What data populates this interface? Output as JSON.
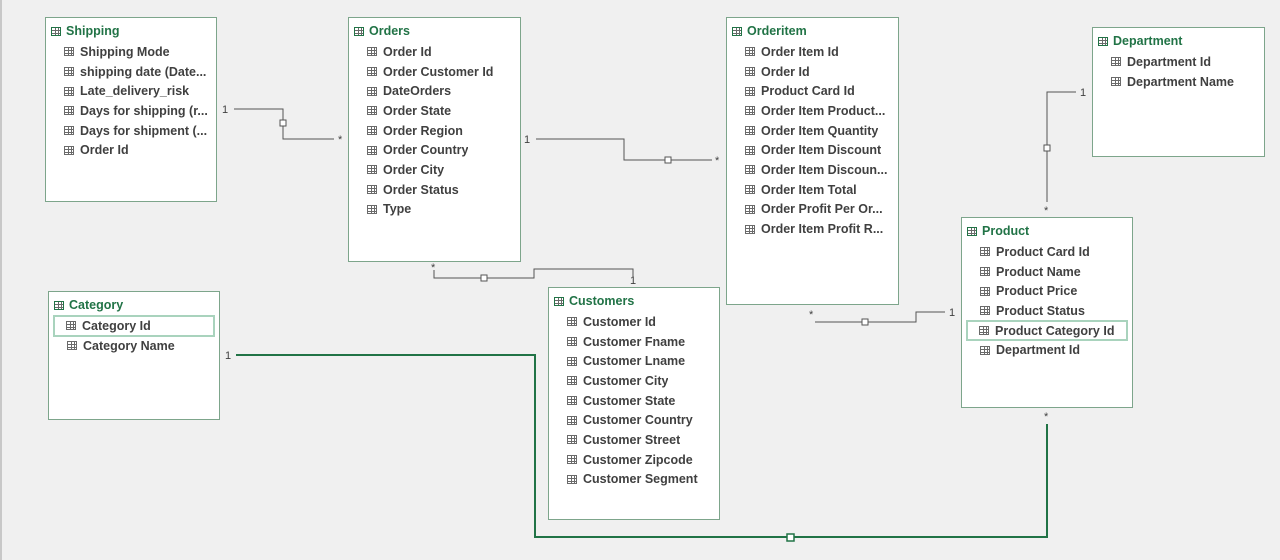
{
  "tables": [
    {
      "id": "shipping",
      "name": "Shipping",
      "fields": [
        {
          "label": "Shipping Mode"
        },
        {
          "label": "shipping date (Date..."
        },
        {
          "label": "Late_delivery_risk"
        },
        {
          "label": "Days for shipping (r..."
        },
        {
          "label": "Days for shipment (..."
        },
        {
          "label": "Order Id"
        }
      ]
    },
    {
      "id": "orders",
      "name": "Orders",
      "fields": [
        {
          "label": "Order Id"
        },
        {
          "label": "Order Customer Id"
        },
        {
          "label": "DateOrders"
        },
        {
          "label": "Order State"
        },
        {
          "label": "Order Region"
        },
        {
          "label": "Order Country"
        },
        {
          "label": "Order City"
        },
        {
          "label": "Order Status"
        },
        {
          "label": "Type"
        }
      ]
    },
    {
      "id": "orderitem",
      "name": "Orderitem",
      "fields": [
        {
          "label": "Order Item Id"
        },
        {
          "label": "Order Id"
        },
        {
          "label": "Product Card Id"
        },
        {
          "label": "Order Item Product..."
        },
        {
          "label": "Order Item Quantity"
        },
        {
          "label": "Order Item Discount"
        },
        {
          "label": "Order Item Discoun..."
        },
        {
          "label": "Order Item Total"
        },
        {
          "label": "Order Profit Per Or..."
        },
        {
          "label": "Order Item Profit R..."
        }
      ]
    },
    {
      "id": "department",
      "name": "Department",
      "fields": [
        {
          "label": "Department Id"
        },
        {
          "label": "Department Name"
        }
      ]
    },
    {
      "id": "category",
      "name": "Category",
      "fields": [
        {
          "label": "Category Id",
          "selected": true
        },
        {
          "label": "Category Name"
        }
      ]
    },
    {
      "id": "customers",
      "name": "Customers",
      "fields": [
        {
          "label": "Customer Id"
        },
        {
          "label": "Customer Fname"
        },
        {
          "label": "Customer Lname"
        },
        {
          "label": "Customer City"
        },
        {
          "label": "Customer State"
        },
        {
          "label": "Customer Country"
        },
        {
          "label": "Customer Street"
        },
        {
          "label": "Customer Zipcode"
        },
        {
          "label": "Customer Segment"
        }
      ]
    },
    {
      "id": "product",
      "name": "Product",
      "fields": [
        {
          "label": "Product Card Id"
        },
        {
          "label": "Product Name"
        },
        {
          "label": "Product Price"
        },
        {
          "label": "Product Status"
        },
        {
          "label": "Product Category Id",
          "selected": true
        },
        {
          "label": "Department Id"
        }
      ]
    }
  ],
  "relationships": [
    {
      "id": "shipping-orders",
      "one": "1",
      "many": "*",
      "highlighted": false
    },
    {
      "id": "orders-orderitem",
      "one": "1",
      "many": "*",
      "highlighted": false
    },
    {
      "id": "department-product",
      "one": "1",
      "many": "*",
      "highlighted": false
    },
    {
      "id": "customers-orders",
      "one": "1",
      "many": "*",
      "highlighted": false
    },
    {
      "id": "product-orderitem",
      "one": "1",
      "many": "*",
      "highlighted": false
    },
    {
      "id": "category-product",
      "one": "1",
      "many": "*",
      "highlighted": true
    }
  ],
  "colors": {
    "header_text": "#217346",
    "field_text": "#404040",
    "line": "#555555",
    "highlight": "#217346",
    "selection": "#a9d3bd",
    "canvas": "#f0f0f0"
  },
  "icons": {
    "table": "table-icon",
    "field": "field-icon",
    "filter": "filter-direction-icon"
  }
}
